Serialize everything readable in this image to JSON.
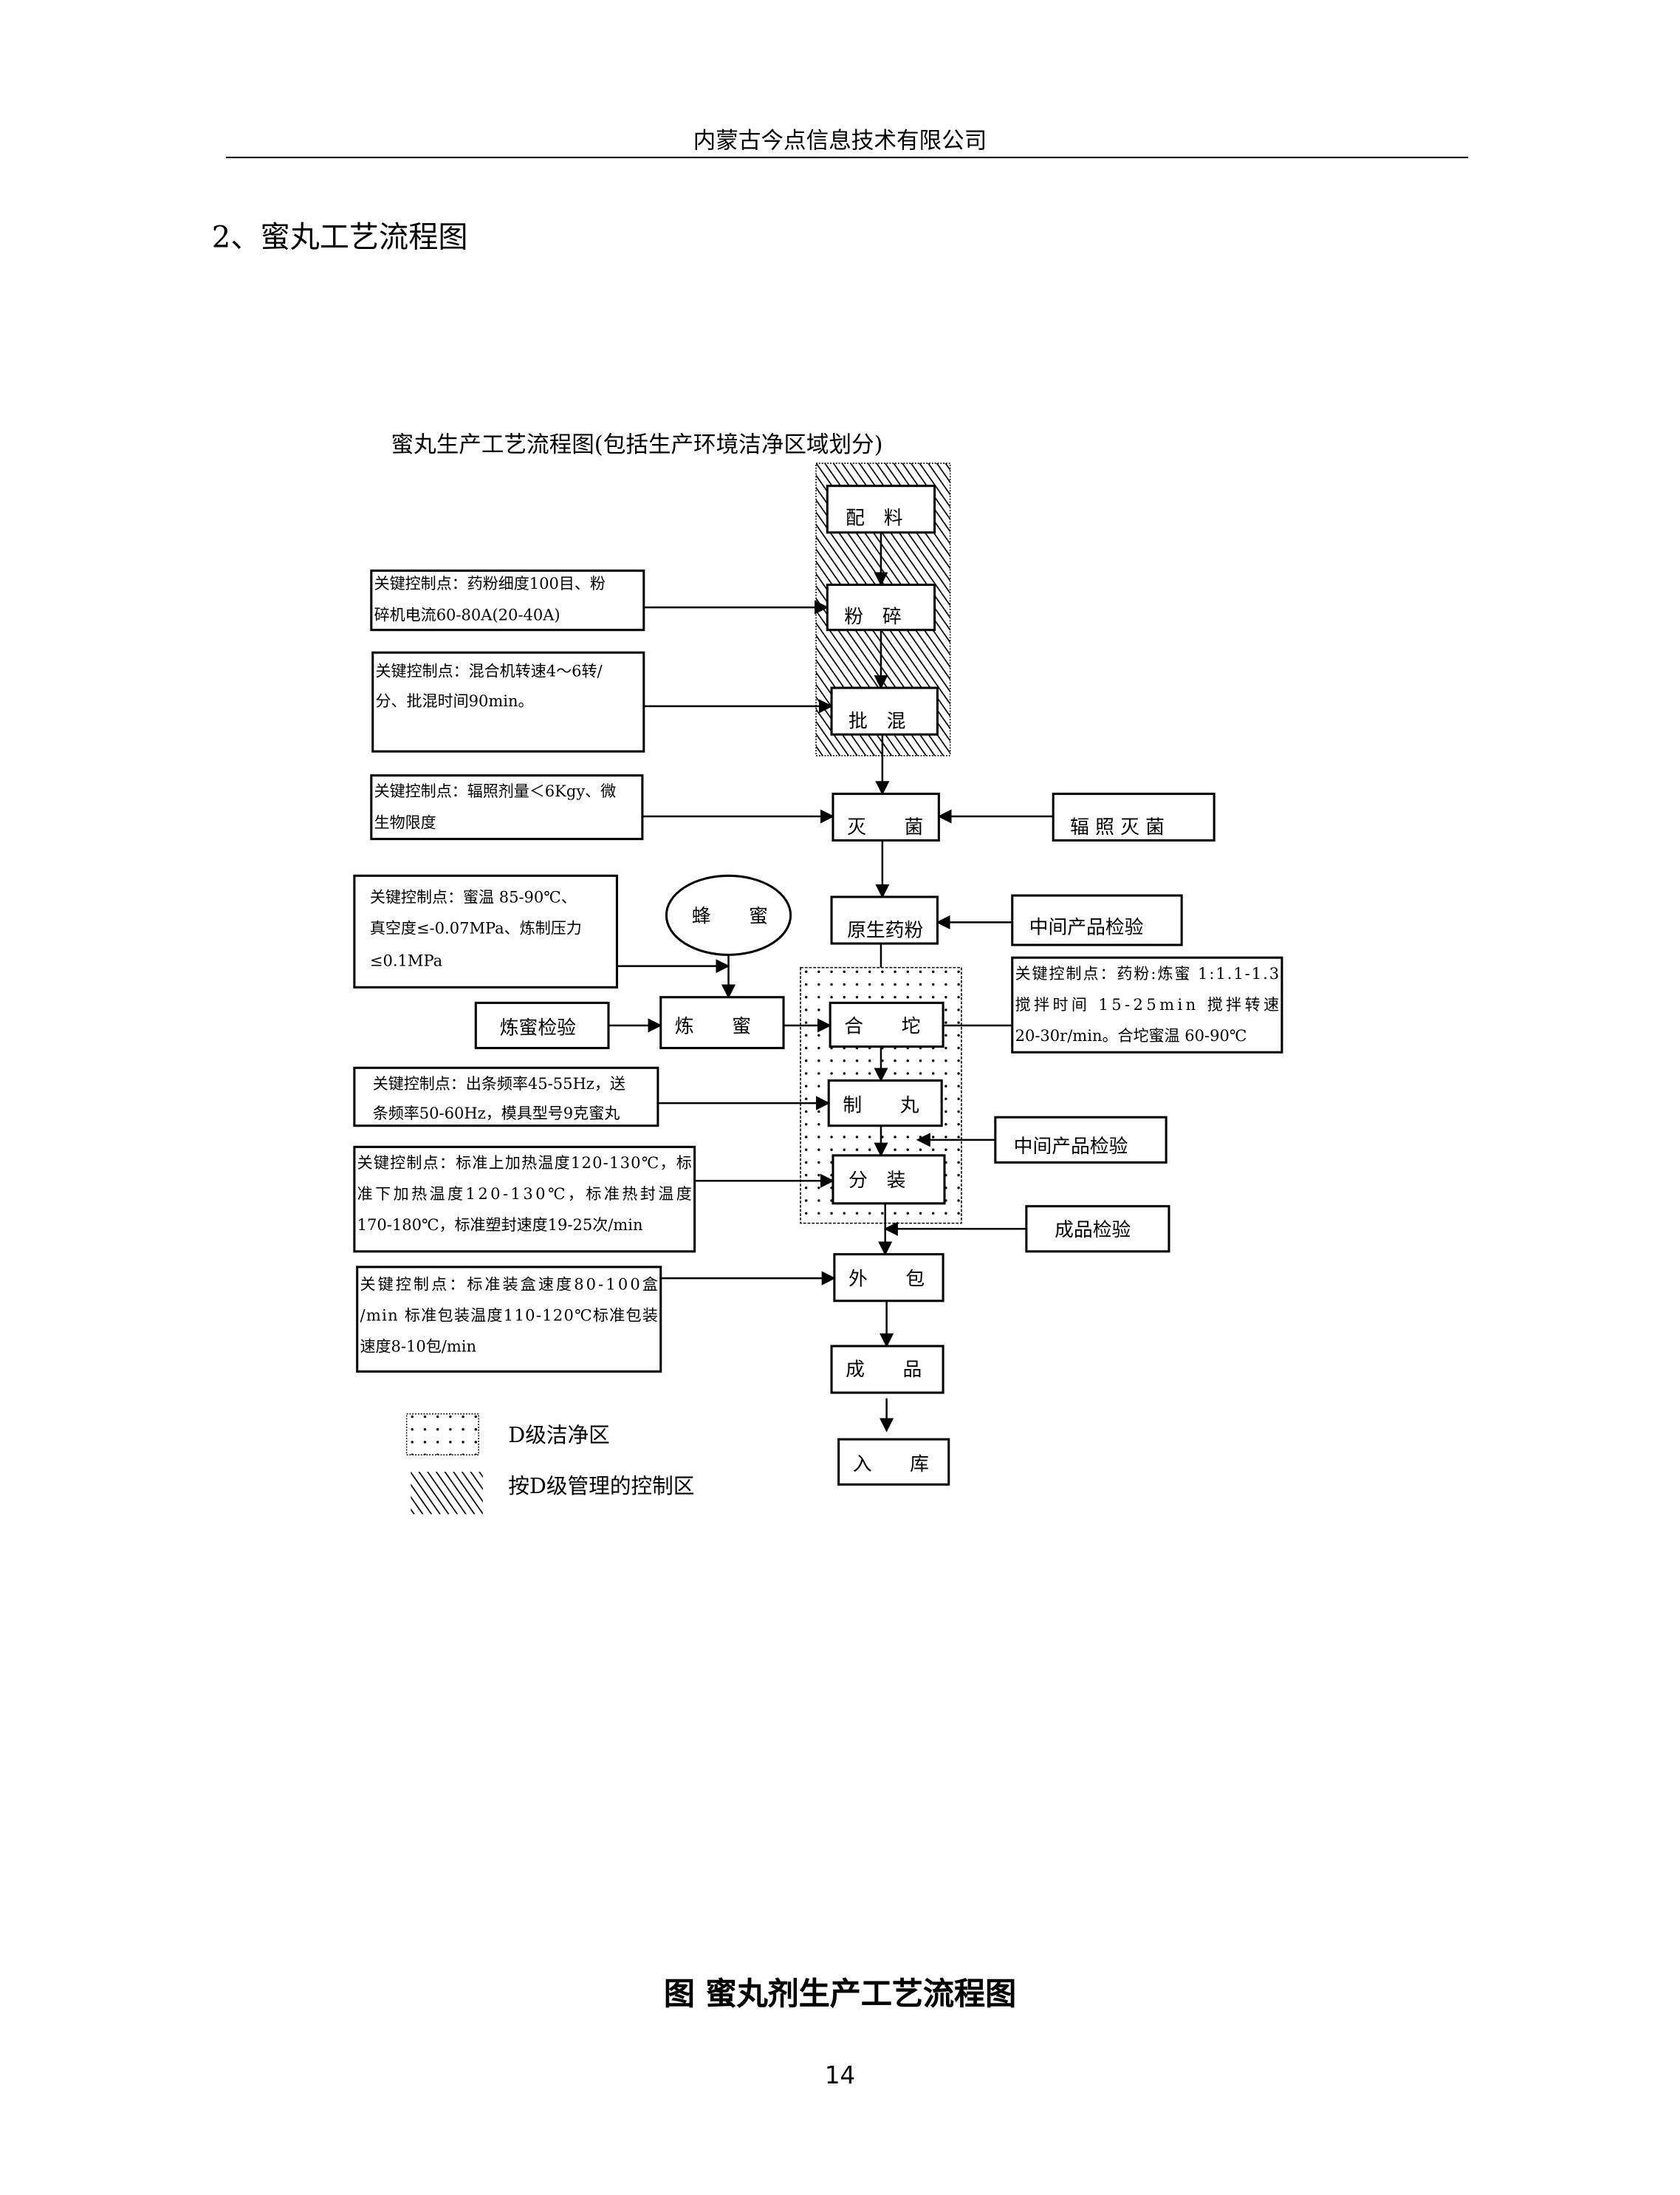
{
  "header": {
    "company": "内蒙古今点信息技术有限公司"
  },
  "section_title": "2、蜜丸工艺流程图",
  "diagram": {
    "title": "蜜丸生产工艺流程图(包括生产环境洁净区域划分)",
    "steps": {
      "peiliao": "配　料",
      "fensui": "粉　碎",
      "pihun": "批　混",
      "miejun": "灭　　菌",
      "fuzhao": "辐 照 灭 菌",
      "yuansheng": "原生药粉",
      "zhongjian1": "中间产品检验",
      "fengmi": "蜂　　蜜",
      "lianmi_check": "炼蜜检验",
      "lianmi": "炼　　蜜",
      "hetuo": "合　　坨",
      "zhiwan": "制　　丸",
      "fenzhuang": "分　装",
      "zhongjian2": "中间产品检验",
      "chengpin_check": "成品检验",
      "waibao": "外　　包",
      "chengpin": "成　　品",
      "ruku": "入　　库"
    },
    "control_points": {
      "kcp1": [
        "关键控制点：药粉细度100目、粉",
        "碎机电流60-80A(20-40A)"
      ],
      "kcp2": [
        "关键控制点：混合机转速4～6转/",
        "分、批混时间90min。"
      ],
      "kcp3": [
        "关键控制点：辐照剂量＜6Kgy、微",
        "生物限度"
      ],
      "kcp4": [
        "关键控制点：蜜温 85-90℃、",
        "真空度≤-0.07MPa、炼制压力",
        "≤0.1MPa"
      ],
      "kcp5": [
        "关键控制点：药粉:炼蜜 1:1.1-1.3",
        "搅拌时间 15-25min 搅拌转速",
        "20-30r/min。合坨蜜温 60-90℃"
      ],
      "kcp6": [
        "关键控制点：出条频率45-55Hz，送",
        "条频率50-60Hz，模具型号9克蜜丸"
      ],
      "kcp7": [
        "关键控制点：标准上加热温度120-130℃，标",
        "准下加热温度120-130℃，标准热封温度",
        "170-180℃，标准塑封速度19-25次/min"
      ],
      "kcp8": [
        "关键控制点：标准装盒速度80-100盒",
        "/min 标准包装温度110-120℃标准包装",
        "速度8-10包/min"
      ]
    },
    "legend": {
      "dotted": "D级洁净区",
      "hatched": "按D级管理的控制区"
    }
  },
  "caption": "图  蜜丸剂生产工艺流程图",
  "page_number": "14"
}
